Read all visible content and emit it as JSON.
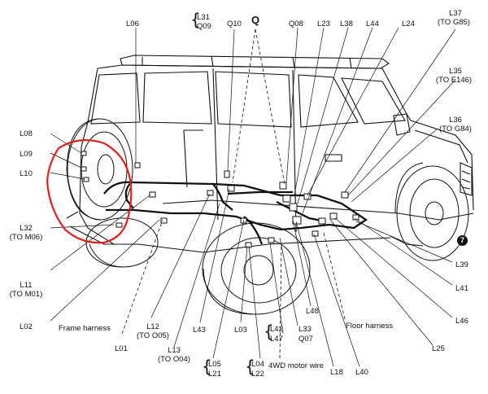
{
  "labels": {
    "l06": "L06",
    "l31": "L31",
    "q09": "Q09",
    "q10": "Q10",
    "q": "Q",
    "q08": "Q08",
    "l23": "L23",
    "l38": "L38",
    "l44": "L44",
    "l24": "L24",
    "l37": "L37",
    "l37_to": "(TO G85)",
    "l35": "L35",
    "l35_to": "(TO E146)",
    "l36": "L36",
    "l36_to": "(TO G84)",
    "l08": "L08",
    "l09": "L09",
    "l10": "L10",
    "l32": "L32",
    "l32_to": "(TO M06)",
    "l11": "L11",
    "l11_to": "(TO M01)",
    "l02": "L02",
    "frame_harness": "Frame harness",
    "l01": "L01",
    "l12": "L12",
    "l12_to": "(TO O05)",
    "l13": "L13",
    "l13_to": "(TO O04)",
    "l43": "L43",
    "l05": "L05",
    "l21": "L21",
    "l03": "L03",
    "l42": "L42",
    "l47": "L47",
    "l04": "L04",
    "l22": "L22",
    "motor_wire": "4WD motor wire",
    "l33": "L33",
    "q07": "Q07",
    "l48": "L48",
    "l18": "L18",
    "l40": "L40",
    "floor_harness": "Floor harness",
    "l25": "L25",
    "l46": "L46",
    "l41": "L41",
    "l39": "L39",
    "badge7": "7"
  },
  "colors": {
    "ink": "#111111",
    "highlight": "#e0221c"
  }
}
